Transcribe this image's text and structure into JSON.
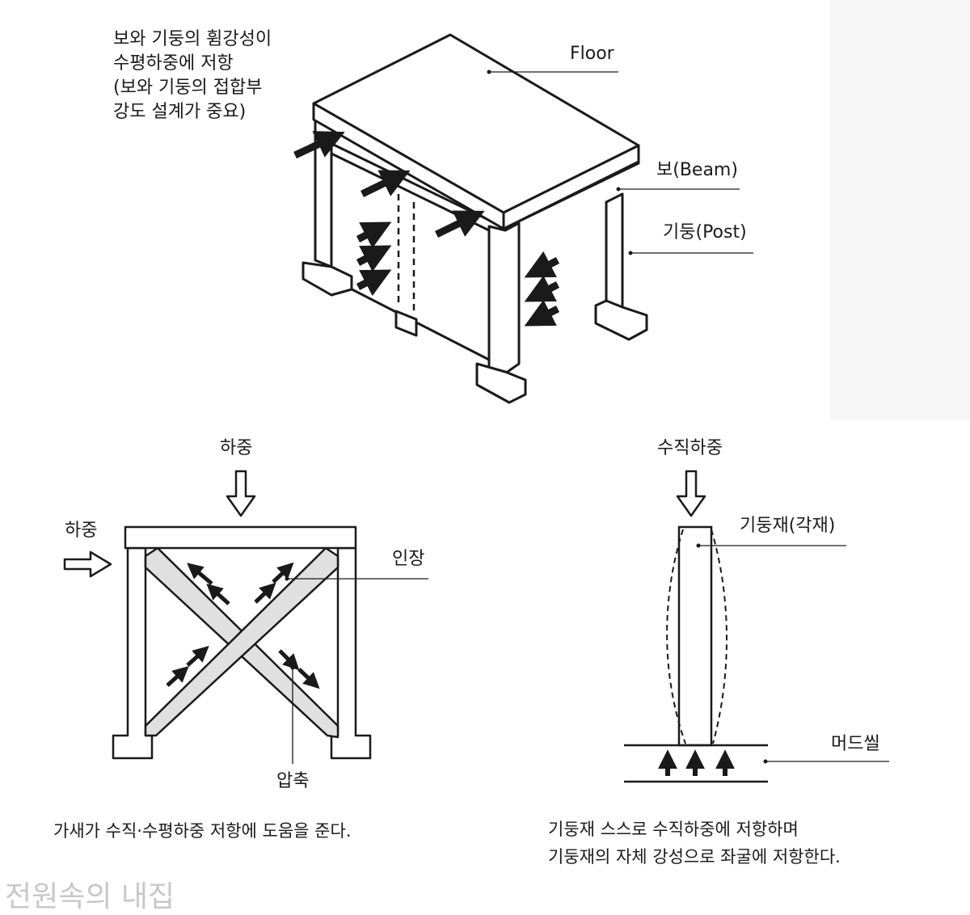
{
  "top_figure": {
    "note_lines": [
      "보와 기둥의 휨강성이",
      "수평하중에 저항",
      "(보와 기둥의 접합부",
      "강도 설계가 중요)"
    ],
    "label_floor": "Floor",
    "label_beam": "보(Beam)",
    "label_post": "기둥(Post)"
  },
  "brace_figure": {
    "label_load_top": "하중",
    "label_load_side": "하중",
    "label_tension": "인장",
    "label_compression": "압축",
    "caption": "가새가 수직·수평하중 저항에 도움을 준다."
  },
  "column_figure": {
    "label_vertical_load": "수직하중",
    "label_column": "기둥재(각재)",
    "label_sill": "머드씰",
    "caption_lines": [
      "기둥재 스스로 수직하중에 저항하며",
      "기둥재의 자체 강성으로 좌굴에 저항한다."
    ]
  },
  "watermark": "전원속의 내집"
}
